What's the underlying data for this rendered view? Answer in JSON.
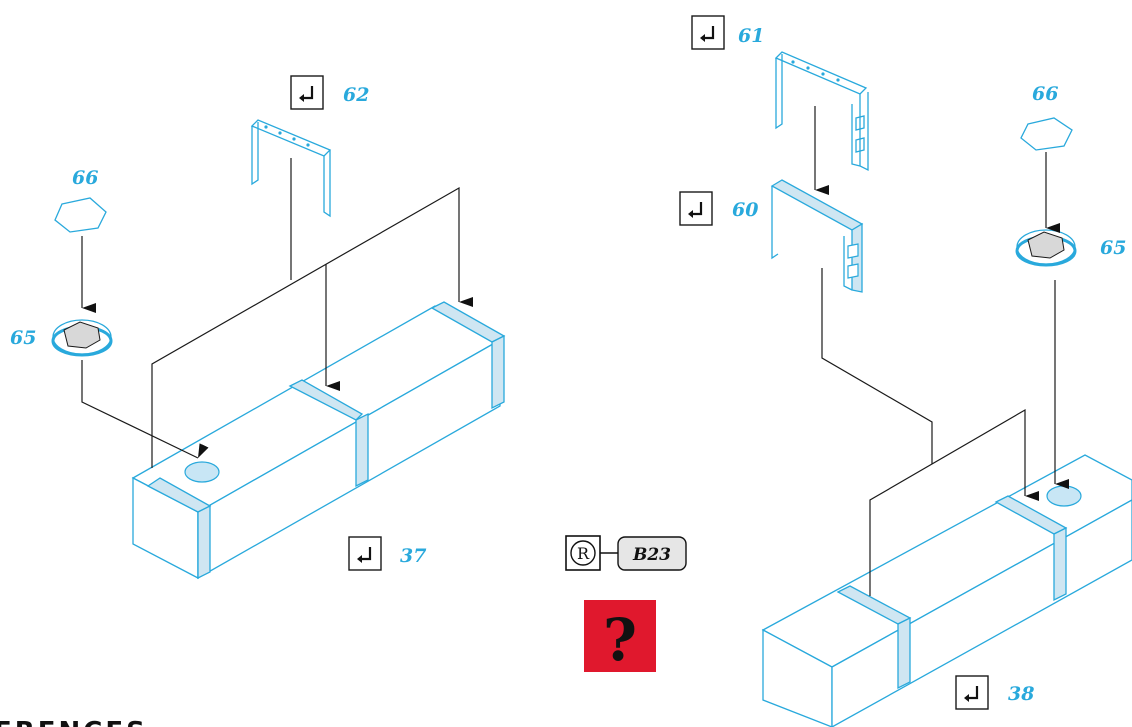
{
  "colors": {
    "part_blue": "#29a9dc",
    "band_fill": "#cfe6f2",
    "question_red": "#e0182d"
  },
  "icons": {
    "step_marker": "check-return-icon",
    "reference": "registered-r-icon",
    "help": "question-mark-icon"
  },
  "left_assembly": {
    "step_number": "37",
    "parts": {
      "bracket": "62",
      "nut": "66",
      "washer": "65"
    }
  },
  "right_assembly": {
    "step_number": "38",
    "parts": {
      "upper_bracket": "61",
      "lower_bracket": "60",
      "nut": "66",
      "washer": "65"
    }
  },
  "reference": {
    "code": "B23",
    "symbol": "R"
  },
  "help": {
    "symbol": "?"
  },
  "footer": {
    "partial_heading": "ERENCES"
  }
}
